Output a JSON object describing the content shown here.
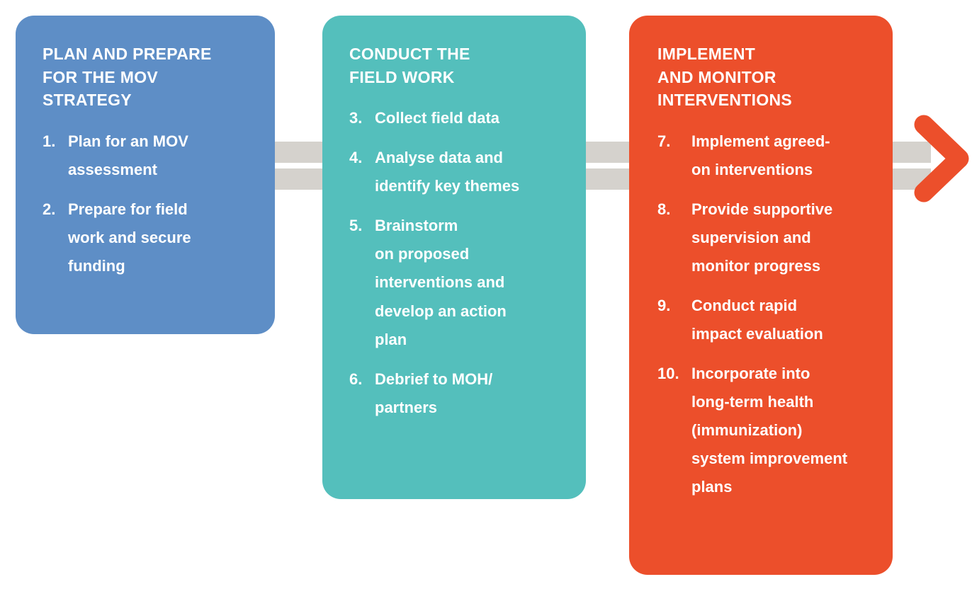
{
  "figure": {
    "type": "process-flow-diagram",
    "orientation": "left-to-right",
    "stage_count": 3
  },
  "colors": {
    "stage1": "#5e8ec6",
    "stage2": "#54bfbc",
    "stage3": "#ec4f2b",
    "connector": "#d5d2cd",
    "arrowhead": "#ec4f2b",
    "text": "#ffffff",
    "background": "#ffffff"
  },
  "stages": [
    {
      "id": "plan-and-prepare",
      "heading": "PLAN AND PREPARE\nFOR THE MOV\nSTRATEGY",
      "color": "#5e8ec6",
      "steps": [
        {
          "number": "1.",
          "text": "Plan for an MOV\nassessment"
        },
        {
          "number": "2.",
          "text": "Prepare for field\nwork and secure\nfunding"
        }
      ]
    },
    {
      "id": "conduct-field-work",
      "heading": "CONDUCT THE\nFIELD WORK",
      "color": "#54bfbc",
      "steps": [
        {
          "number": "3.",
          "text": "Collect field data"
        },
        {
          "number": "4.",
          "text": "Analyse data and\nidentify key themes"
        },
        {
          "number": "5.",
          "text": "Brainstorm\non proposed\ninterventions  and\ndevelop an action\nplan"
        },
        {
          "number": "6.",
          "text": "Debrief to MOH/\npartners"
        }
      ]
    },
    {
      "id": "implement-and-monitor",
      "heading": "IMPLEMENT\nAND MONITOR\nINTERVENTIONS",
      "color": "#ec4f2b",
      "steps": [
        {
          "number": "7.",
          "text": "Implement agreed-\non interventions"
        },
        {
          "number": "8.",
          "text": "Provide supportive\nsupervision and\nmonitor progress"
        },
        {
          "number": "9.",
          "text": "Conduct rapid\nimpact evaluation"
        },
        {
          "number": "10.",
          "text": "Incorporate into\nlong-term  health\n(immunization)\nsystem improvement\nplans"
        }
      ]
    }
  ],
  "connectors": [
    {
      "id": "connector-1-2",
      "icon": "double-bar-connector"
    },
    {
      "id": "connector-2-3",
      "icon": "double-bar-connector"
    },
    {
      "id": "connector-3-end",
      "icon": "double-bar-connector"
    }
  ],
  "arrow": {
    "icon": "chevron-right-arrow-icon"
  }
}
